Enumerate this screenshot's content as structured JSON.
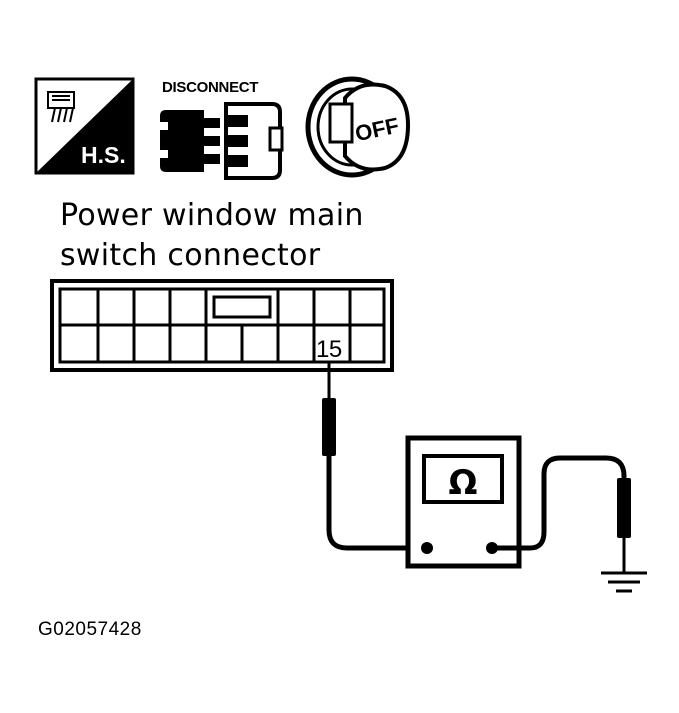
{
  "icons": {
    "hs_label": "H.S.",
    "disconnect_label": "DISCONNECT",
    "off_label": "OFF"
  },
  "title": {
    "line1": "Power window main",
    "line2": "switch connector"
  },
  "connector": {
    "terminal_label": "15"
  },
  "meter": {
    "symbol": "Ω"
  },
  "figure_code": "G02057428"
}
